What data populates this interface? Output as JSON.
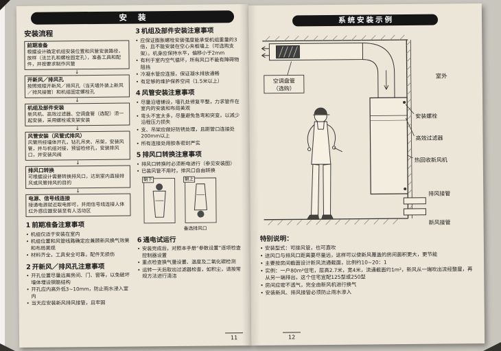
{
  "left_page": {
    "header": "安装",
    "flow_title": "安装流程",
    "flow": [
      {
        "title": "前期准备",
        "body": "根据设计确定机组安装位置和风管安装路径，放样（法兰孔和螺栓固定孔），准备工具和配件，并按要求制作风管"
      },
      {
        "title": "开新风／排风孔",
        "body": "按照规程开新风／排风孔（当天墙外装上新风／排风接管）和机组固定螺栓孔"
      },
      {
        "title": "机组及部件安装",
        "body": "新风机、高效过滤器、空调盘管（选配）须一起安装，采用螺栓或支架安装"
      },
      {
        "title": "风管安装（风管式排风）",
        "body": "风管所经墙体开孔，钻孔吊夹、吊架，安装风管，并与机组对接，预留检修孔，安装排风口，并安装风阀"
      },
      {
        "title": "排风口转换",
        "body": "可根据设计需要转换排风口，达到室内直接排风或风管排风的目的"
      },
      {
        "title": "电源、信号线连接",
        "body": "接通电源就近取电即可，并用信号线连接人体红外感应器安装至有人活动区"
      }
    ],
    "sections": [
      {
        "num": "1",
        "title": "前期准备注意事项",
        "items": [
          "机组仅适于安装在室内",
          "机组位置和风管线路确定应兼顾新风换气效果和布局美观",
          "材料齐全，工具安全可靠，配件无损伤"
        ]
      },
      {
        "num": "2",
        "title": "开新风／排风孔注意事项",
        "items": [
          "开孔位置尽量远离房间、门、窗等，以免破坏墙体埋设钢筋结构",
          "开孔应内高外低3~10mm，防止雨水浸入室内",
          "当天应安装新风排风接管，且牢固"
        ]
      },
      {
        "num": "3",
        "title": "机组及部件安装注意事项",
        "items": [
          "应保证膨胀螺栓安装强度能承受机组重量的3倍，且不能安装在空心夹板墙上（可选购支架）。机身应保持水平，偏移小于2mm",
          "有利于室内空气循环，所有风口不能有障碍物阻挡",
          "冷凝水管应连接，保证凝水排放通畅",
          "有足够的维护保养空间（1.5米以上）"
        ]
      },
      {
        "num": "4",
        "title": "风管安装注意事项",
        "items": [
          "尽量沿墙铺设，墙孔处修复平整，力求管件在室内的安装和布局美观",
          "弯头不宜太多，尽量避免急弯和突变，以减少沿程压力损失",
          "支、吊架应做好防锈处理，且距管口连接处200mm以上",
          "所有连接处用胶条密封严实"
        ]
      },
      {
        "num": "5",
        "title": "排风口转换注意事项",
        "items": [
          "排风口转换时必须断电进行（参见安装图）",
          "已装风管不用时，排风口自由转换"
        ]
      },
      {
        "num": "6",
        "title": "通电试运行",
        "items": [
          "安装完成后，对照本手册“参数设置”逐项检查控制器设置",
          "重点检查换气量设置、温度及二氧化碳检测",
          "运转一天后取出过滤器检查，如积尘，请按常规方法进行清洁"
        ]
      }
    ],
    "mini_diagram": {
      "down": "朝下",
      "up": "朝上",
      "caption": "备选排风口"
    },
    "page_number": "11"
  },
  "right_page": {
    "header": "系统安装示例",
    "diagram": {
      "coil_label_1": "空调盘管",
      "coil_label_2": "（选购）",
      "outdoor": "室外",
      "bolt": "安装螺栓",
      "filter": "高效过滤器",
      "unit": "热回收新风机",
      "exhaust": "排风接管",
      "fresh": "新风接管"
    },
    "special": {
      "title": "特别说明：",
      "items": [
        "安装型式：可接风管，也可直吹",
        "送风口与排风口距离要尽量远，这样可以使新风覆盖的房间面积更大，更节能",
        "主要按房间截面设计新风流通截面，比例约10~20：1",
        "实例：一户80m²住宅，层高2.7米，宽4米，流通截面约1m²，新风从一端吹出流经整屋，再从另一端排出，这个住宅宜配125型或250型",
        "房间应密不透气，完全由新风机进行换气",
        "安装新风、排风接管必须防止雨水渗入"
      ]
    },
    "page_number": "12"
  }
}
